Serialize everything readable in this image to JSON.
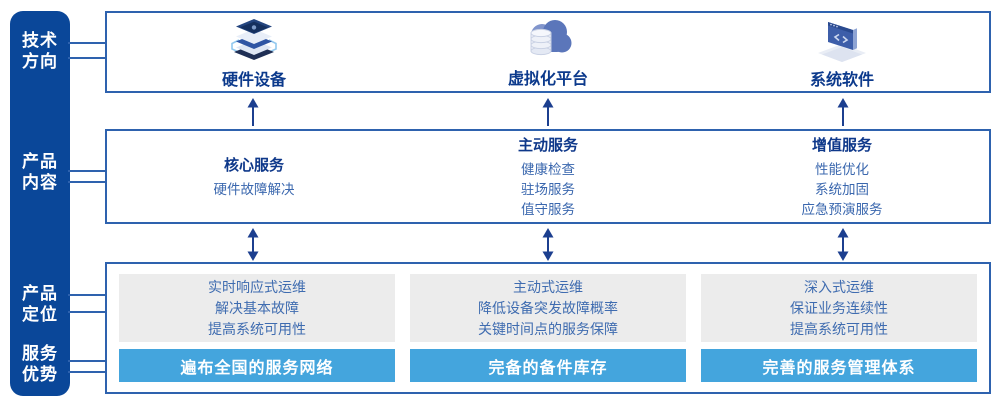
{
  "sidebar": {
    "labels": [
      {
        "lines": [
          "技术",
          "方向"
        ]
      },
      {
        "lines": [
          "产品",
          "内容"
        ]
      },
      {
        "lines": [
          "产品",
          "定位"
        ]
      },
      {
        "lines": [
          "服务",
          "优势"
        ]
      }
    ]
  },
  "tech_row": {
    "items": [
      {
        "icon": "server-stack-icon",
        "label": "硬件设备"
      },
      {
        "icon": "cloud-database-icon",
        "label": "虚拟化平台"
      },
      {
        "icon": "code-window-icon",
        "label": "系统软件"
      }
    ]
  },
  "content_row": {
    "columns": [
      {
        "title": "核心服务",
        "items": [
          "硬件故障解决",
          "",
          ""
        ]
      },
      {
        "title": "主动服务",
        "items": [
          "健康检查",
          "驻场服务",
          "值守服务"
        ]
      },
      {
        "title": "增值服务",
        "items": [
          "性能优化",
          "系统加固",
          "应急预演服务"
        ]
      }
    ]
  },
  "position_row": {
    "columns": [
      {
        "points": [
          "实时响应式运维",
          "解决基本故障",
          "提高系统可用性"
        ],
        "advantage": "遍布全国的服务网络"
      },
      {
        "points": [
          "主动式运维",
          "降低设备突发故障概率",
          "关键时间点的服务保障"
        ],
        "advantage": "完备的备件库存"
      },
      {
        "points": [
          "深入式运维",
          "保证业务连续性",
          "提高系统可用性"
        ],
        "advantage": "完善的服务管理体系"
      }
    ]
  },
  "colors": {
    "sidebar_bg": "#0a4799",
    "border_blue": "#2e62ae",
    "title_navy": "#0c3a8c",
    "item_blue": "#3a67ae",
    "panel_gray": "#ececec",
    "bar_blue": "#44a5dd",
    "arrow_navy": "#1c3f8f"
  }
}
